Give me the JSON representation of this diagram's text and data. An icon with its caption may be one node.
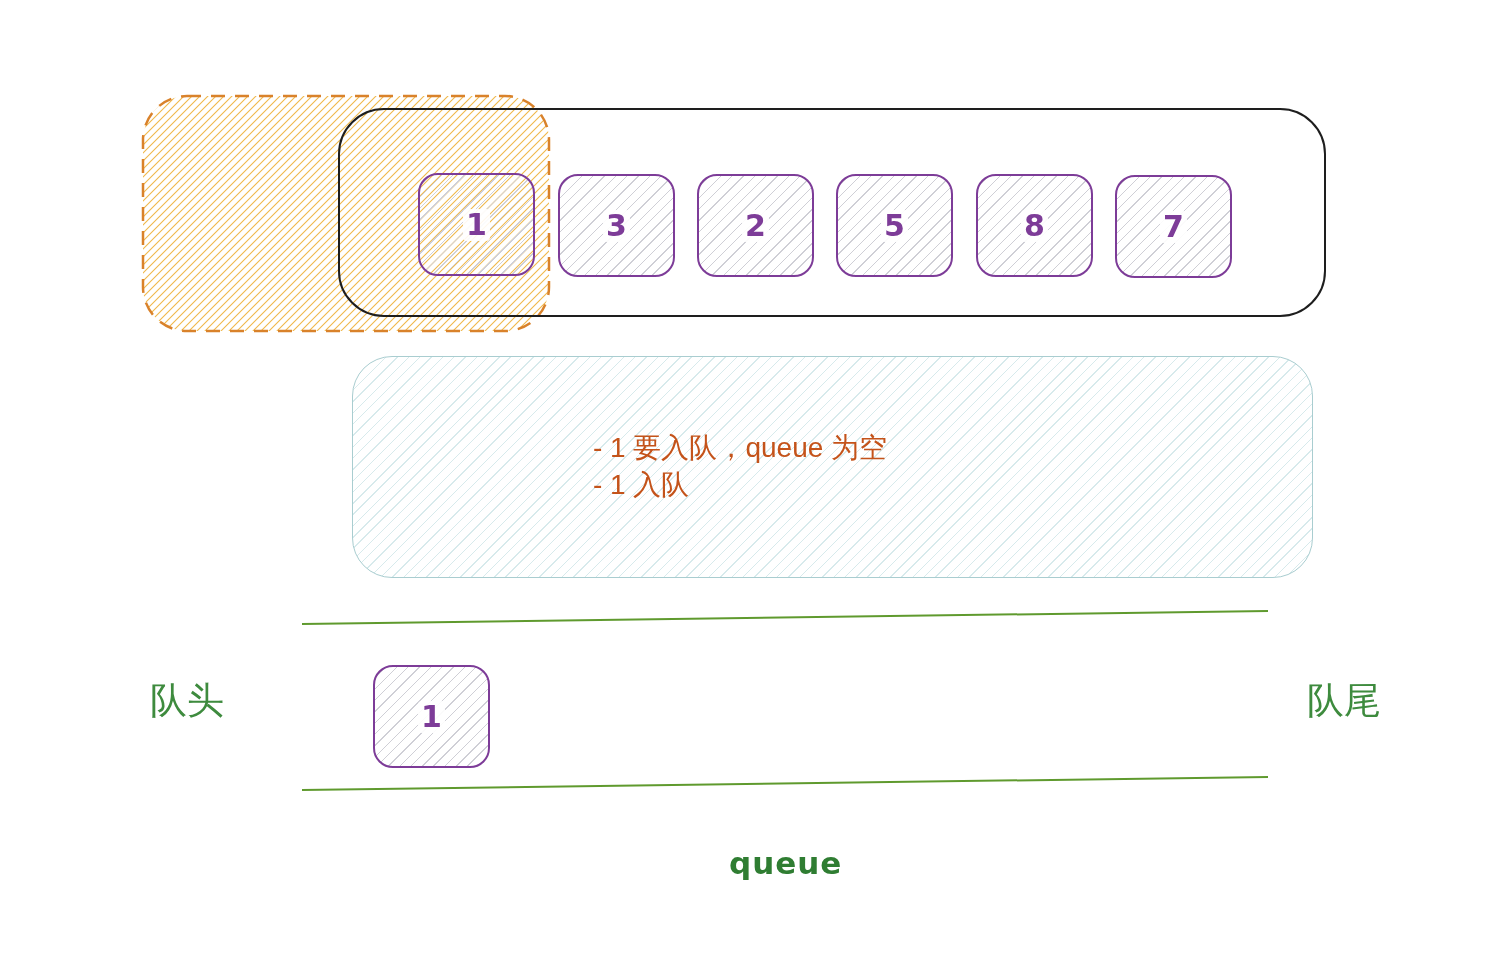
{
  "diagram": {
    "nodes": [
      {
        "text": [],
        "shape": "box"
      },
      {
        "text": [
          "1"
        ],
        "in": 0
      },
      {
        "text": [
          "3"
        ],
        "in": 0
      },
      {
        "text": [
          "2"
        ],
        "in": 0
      },
      {
        "text": [
          "5"
        ],
        "in": 0
      },
      {
        "text": [
          "8"
        ],
        "in": 0
      },
      {
        "text": [
          "7"
        ],
        "in": 0
      },
      {
        "text": [
          "- 1 要入队，queue 为空",
          "- 1 入队"
        ]
      },
      {
        "text": [
          "1"
        ]
      }
    ],
    "labels": [
      "队头",
      "队尾",
      "queue"
    ]
  }
}
